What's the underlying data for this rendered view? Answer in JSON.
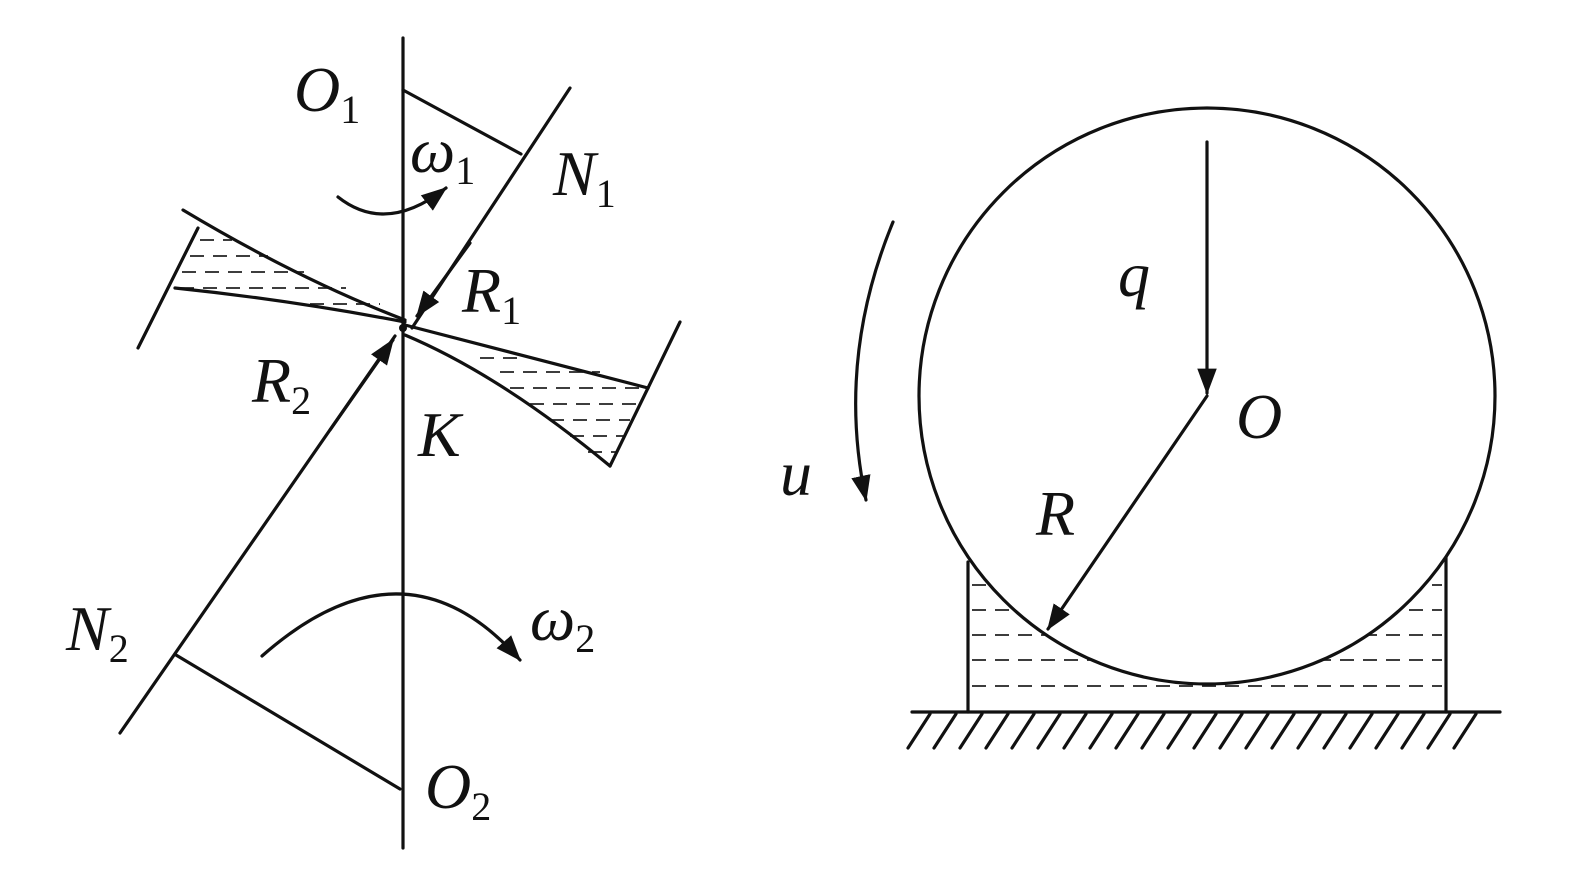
{
  "left_figure": {
    "labels": {
      "o1": {
        "main": "O",
        "sub": "1"
      },
      "omega1": {
        "main": "ω",
        "sub": "1"
      },
      "n1": {
        "main": "N",
        "sub": "1"
      },
      "r1": {
        "main": "R",
        "sub": "1"
      },
      "r2": {
        "main": "R",
        "sub": "2"
      },
      "k": {
        "main": "K",
        "sub": ""
      },
      "n2": {
        "main": "N",
        "sub": "2"
      },
      "omega2": {
        "main": "ω",
        "sub": "2"
      },
      "o2": {
        "main": "O",
        "sub": "2"
      }
    }
  },
  "right_figure": {
    "labels": {
      "q": "q",
      "o": "O",
      "r": "R",
      "u": "u"
    }
  }
}
